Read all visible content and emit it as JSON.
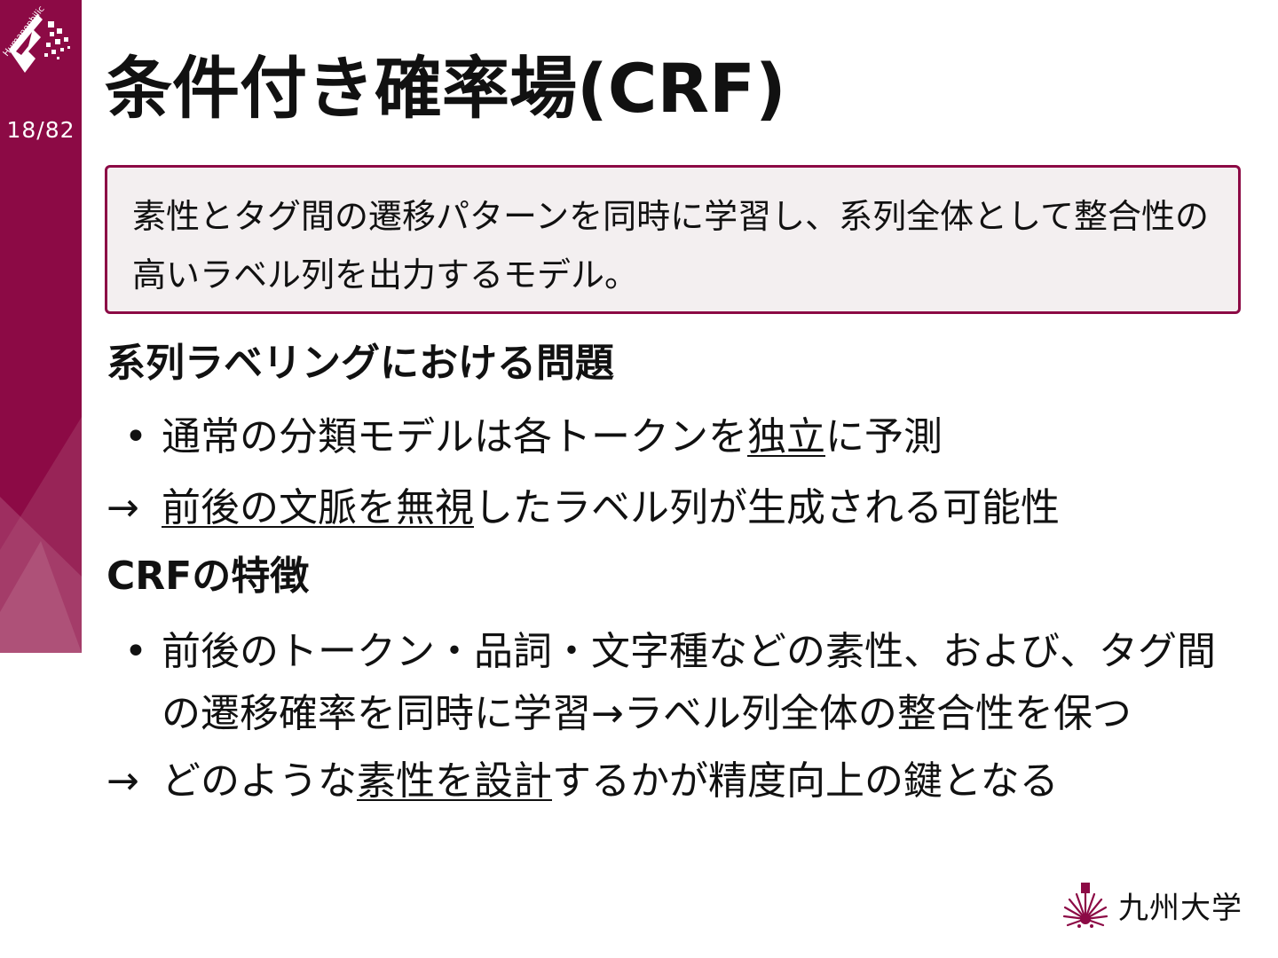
{
  "sidebar": {
    "logo_text": "Humanophilic",
    "page_number": "18/82",
    "color": "#8c0a45"
  },
  "title": "条件付き確率場(CRF)",
  "definition": "素性とタグ間の遷移パターンを同時に学習し、系列全体として整合性の高いラベル列を出力するモデル。",
  "sections": [
    {
      "heading": "系列ラベリングにおける問題",
      "bullet": {
        "pre": "通常の分類モデルは各トークンを",
        "underlined": "独立",
        "post": "に予測"
      },
      "arrow": {
        "symbol": "→",
        "pre": "",
        "underlined": "前後の文脈を無視",
        "post": "したラベル列が生成される可能性"
      }
    },
    {
      "heading": "CRFの特徴",
      "bullet": {
        "text": "前後のトークン・品詞・文字種などの素性、および、タグ間の遷移確率を同時に学習→ラベル列全体の整合性を保つ"
      },
      "arrow": {
        "symbol": "→",
        "pre": "どのような",
        "underlined": "素性を設計",
        "post": "するかが精度向上の鍵となる"
      }
    }
  ],
  "footer": {
    "university": "九州大学",
    "emblem_icon": "kyushu-university-emblem-icon"
  }
}
